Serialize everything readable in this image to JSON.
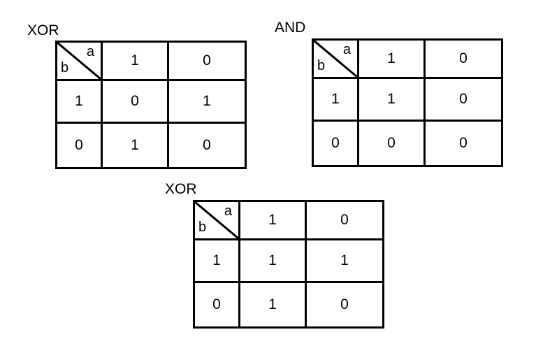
{
  "tables": [
    {
      "title": "XOR",
      "corner": {
        "col_var": "a",
        "row_var": "b"
      },
      "col_headers": [
        "1",
        "0"
      ],
      "rows": [
        {
          "header": "1",
          "cells": [
            "0",
            "1"
          ]
        },
        {
          "header": "0",
          "cells": [
            "1",
            "0"
          ]
        }
      ]
    },
    {
      "title": "AND",
      "corner": {
        "col_var": "a",
        "row_var": "b"
      },
      "col_headers": [
        "1",
        "0"
      ],
      "rows": [
        {
          "header": "1",
          "cells": [
            "1",
            "0"
          ]
        },
        {
          "header": "0",
          "cells": [
            "0",
            "0"
          ]
        }
      ]
    },
    {
      "title": "XOR",
      "corner": {
        "col_var": "a",
        "row_var": "b"
      },
      "col_headers": [
        "1",
        "0"
      ],
      "rows": [
        {
          "header": "1",
          "cells": [
            "1",
            "1"
          ]
        },
        {
          "header": "0",
          "cells": [
            "1",
            "0"
          ]
        }
      ]
    }
  ]
}
